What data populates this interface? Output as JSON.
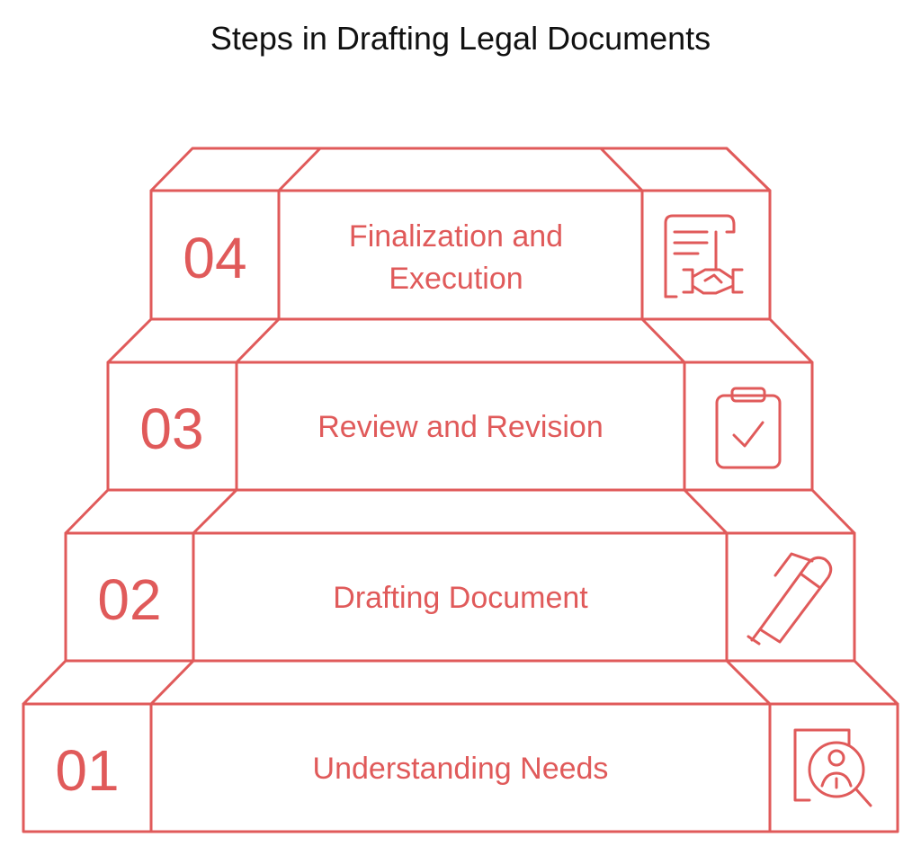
{
  "title": "Steps in Drafting Legal Documents",
  "colors": {
    "accent": "#e05a5a",
    "text": "#111111",
    "background": "#ffffff"
  },
  "steps": [
    {
      "number": "01",
      "label": [
        "Understanding Needs"
      ],
      "icon": "search-person-icon"
    },
    {
      "number": "02",
      "label": [
        "Drafting Document"
      ],
      "icon": "pen-icon"
    },
    {
      "number": "03",
      "label": [
        "Review and Revision"
      ],
      "icon": "clipboard-check-icon"
    },
    {
      "number": "04",
      "label": [
        "Finalization and",
        "Execution"
      ],
      "icon": "contract-handshake-icon"
    }
  ]
}
